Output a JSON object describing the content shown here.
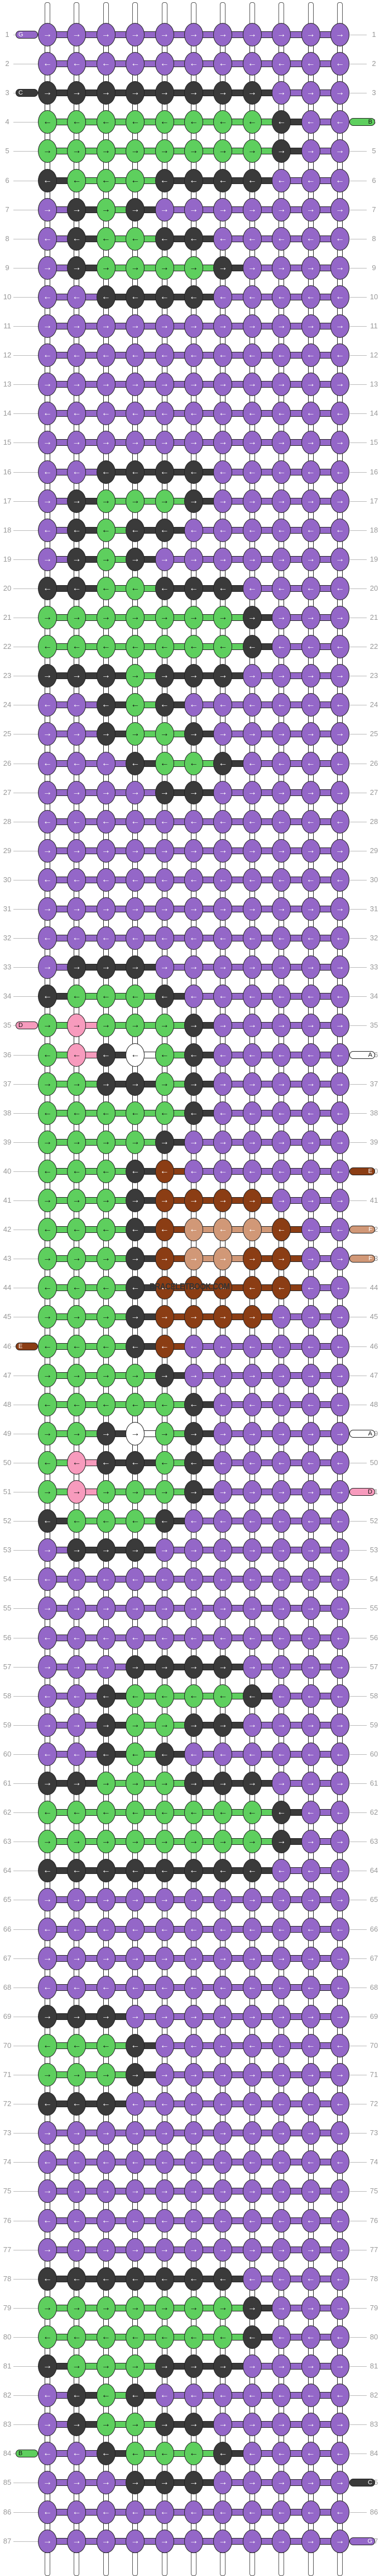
{
  "pattern": {
    "type": "alpha friendship bracelet pattern",
    "columns": 11,
    "rows": 87,
    "watermark": "BRACELETBOOK.COM",
    "direction_odd_rows": "→",
    "direction_even_rows": "←",
    "colors": {
      "A": {
        "name": "white",
        "hex": "#ffffff"
      },
      "B": {
        "name": "green",
        "hex": "#5ecf5e"
      },
      "C": {
        "name": "dark-gray",
        "hex": "#3a3a3a"
      },
      "D": {
        "name": "pink",
        "hex": "#f79bbd"
      },
      "E": {
        "name": "brown",
        "hex": "#8b3d14"
      },
      "F": {
        "name": "tan",
        "hex": "#d19877"
      },
      "G": {
        "name": "purple",
        "hex": "#9467c8"
      }
    },
    "legend_key": {
      "P": "G",
      "K": "C",
      "R": "B",
      "W": "A",
      "N": "D",
      "O": "E",
      "T": "F"
    },
    "string_tails": [
      {
        "row": 1,
        "side": "left",
        "letter": "G"
      },
      {
        "row": 3,
        "side": "left",
        "letter": "C"
      },
      {
        "row": 4,
        "side": "right",
        "letter": "B"
      },
      {
        "row": 35,
        "side": "left",
        "letter": "D"
      },
      {
        "row": 36,
        "side": "right",
        "letter": "A"
      },
      {
        "row": 40,
        "side": "right",
        "letter": "E"
      },
      {
        "row": 42,
        "side": "right",
        "letter": "F"
      },
      {
        "row": 43,
        "side": "right",
        "letter": "F"
      },
      {
        "row": 46,
        "side": "left",
        "letter": "E"
      },
      {
        "row": 49,
        "side": "right",
        "letter": "A"
      },
      {
        "row": 51,
        "side": "right",
        "letter": "D"
      },
      {
        "row": 84,
        "side": "left",
        "letter": "B"
      },
      {
        "row": 85,
        "side": "right",
        "letter": "C"
      },
      {
        "row": 87,
        "side": "right",
        "letter": "G"
      }
    ],
    "grid": [
      "PPPPPPPPPPP",
      "PPPPPPPPPPP",
      "KKKKKKKKPPP",
      "RRRRRRRRKPP",
      "RRRRRRRRKPP",
      "KRRRKKKKPPP",
      "PKRKPPPPPPP",
      "PKRRKKPPPPP",
      "PKRRRRKPPPP",
      "PPKKKKPPPPP",
      "PPPPPPPPPPP",
      "PPPPPPPPPPP",
      "PPPPPPPPPPP",
      "PPPPPPPPPPP",
      "PPPPPPPPPPP",
      "PPKKKKPPPPP",
      "PKRRRKPPPPP",
      "PKRKKPPPPPP",
      "PKRKPPPPPPP",
      "KKRRKKKPPPP",
      "RRRRRRRKPPP",
      "RRRRRRRKPPP",
      "KKKRKKKPPPP",
      "PPKRKPPPPPP",
      "PPKRRKPPPPP",
      "PPPKRRKPPPP",
      "PPPPKKPPPPP",
      "PPPPPPPPPPP",
      "PPPPPPPPPPP",
      "PPPPPPPPPPP",
      "PPPPPPPPPPP",
      "PPPPPPPPPPP",
      "PKKKPPPPPPP",
      "KRRRKPPPPPP",
      "RNRRRKPPPPP",
      "RNKWRKPPPPP",
      "RRKKRKPPPPP",
      "RRRRRKPPPPP",
      "RRRRKPPPPPP",
      "RRRKOPPPPPP",
      "RRRKOOOOPPP",
      "RRRKOTTTOPP",
      "RRRKOTTOOPP",
      "RRRKOOOOOPP",
      "RRRKOOOOPPP",
      "RRRKOPPPPPP",
      "RRRRKPPPPPP",
      "RRRRRKPPPPP",
      "RRKWRKPPPPP",
      "RNKKRKPPPPP",
      "RNRRRKPPPPP",
      "KRRRKPPPPPP",
      "PKKKPPPPPPP",
      "PPPPPPPPPPP",
      "PPPPPPPPPPP",
      "PPPPPPPPPPP",
      "PPPKKKKPPPP",
      "PPKRRRRKPPP",
      "PPKRRKKPPPP",
      "PPKRKPPPPPP",
      "KKRRRKKKPPP",
      "RRRRRRRRKPP",
      "RRRRRRRRKPP",
      "KKKKKKKKPPP",
      "PPPPPPPPPPP",
      "PPPPPPPPPPP",
      "PPPPPPPPPPP",
      "PPPPPPPPPPP",
      "KKKPPPPPPPP",
      "RRRKPPPPPPP",
      "RRRKPPPPPPP",
      "KKKPPPPPPPP",
      "PPPPPPPPPPP",
      "PPPPPPPPPPP",
      "PPPPPPPPPPP",
      "PPPPPPPPPPP",
      "PPPPPPPPPPP",
      "KKKKKKKPPPP",
      "RRRRRRRKPPP",
      "RRRRRRRKPPP",
      "KRRRKKKPPPP",
      "PKRKPPPPPPP",
      "PKRRKKPPPPP",
      "PPKRRRKPPPP",
      "PPPKKKPPPPP",
      "PPPPPPPPPPP",
      "PPPPPPPPPPP"
    ]
  }
}
